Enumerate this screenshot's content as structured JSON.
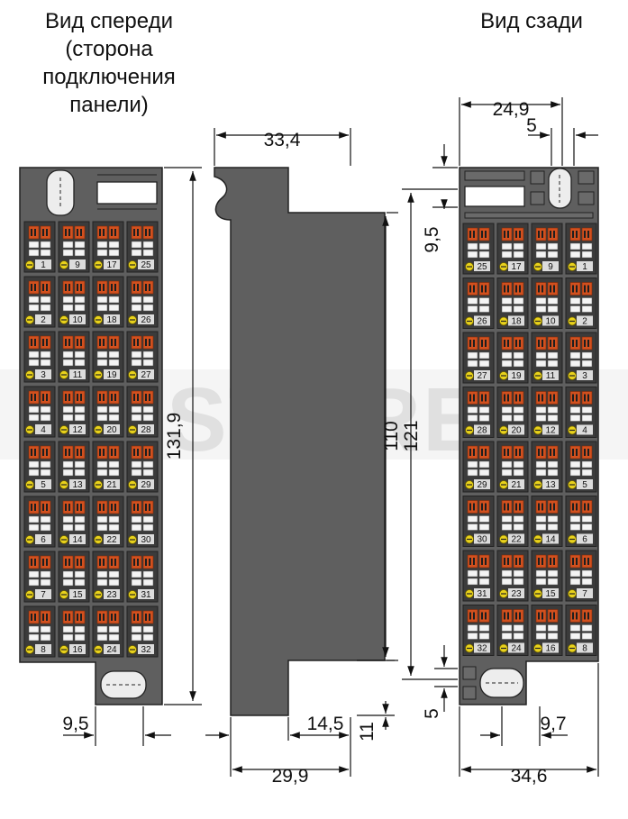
{
  "titles": {
    "front": "Вид спереди\n(сторона\nподключения\nпанели)",
    "rear": "Вид сзади"
  },
  "front_view": {
    "columns": [
      [
        1,
        2,
        3,
        4,
        5,
        6,
        7,
        8
      ],
      [
        9,
        10,
        11,
        12,
        13,
        14,
        15,
        16
      ],
      [
        17,
        18,
        19,
        20,
        21,
        22,
        23,
        24
      ],
      [
        25,
        26,
        27,
        28,
        29,
        30,
        31,
        32
      ]
    ]
  },
  "rear_view": {
    "columns": [
      [
        25,
        26,
        27,
        28,
        29,
        30,
        31,
        32
      ],
      [
        17,
        18,
        19,
        20,
        21,
        22,
        23,
        24
      ],
      [
        9,
        10,
        11,
        12,
        13,
        14,
        15,
        16
      ],
      [
        1,
        2,
        3,
        4,
        5,
        6,
        7,
        8
      ]
    ]
  },
  "dimensions": {
    "front_height": "131,9",
    "front_tab": "9,5",
    "side_top_width": "33,4",
    "side_bottom_width": "29,9",
    "side_step": "14,5",
    "side_step_height": "11",
    "side_body_height": "110",
    "rear_top_width": "24,9",
    "rear_top_offset": "5",
    "rear_top_height": "9,5",
    "rear_height": "121",
    "rear_bottom_offset": "5",
    "rear_bottom_tab": "9,7",
    "rear_width": "34,6"
  },
  "watermark": "STORE"
}
